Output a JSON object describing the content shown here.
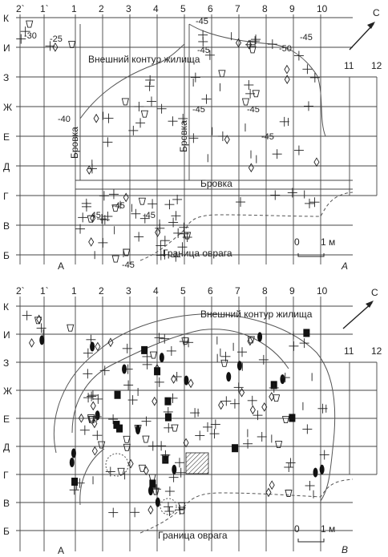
{
  "col_labels": [
    "2`",
    "1`",
    "1",
    "2",
    "3",
    "4",
    "5",
    "6",
    "7",
    "8",
    "9",
    "10"
  ],
  "extra_col_labels": [
    "11",
    "12"
  ],
  "row_labels": [
    "К",
    "И",
    "З",
    "Ж",
    "Е",
    "Д",
    "Г",
    "В",
    "Б"
  ],
  "panel_a": {
    "contour_label": "Внешний контур жилища",
    "edge_label": "Бровка",
    "ravine_label": "Граница оврага",
    "corner_label": "А",
    "scale_zero": "0",
    "scale_one": "1 м",
    "panel_letter": "А",
    "depths": [
      "-30",
      "-25",
      "-45",
      "-45",
      "-50",
      "-45",
      "-40",
      "-45",
      "-45",
      "-45",
      "-45",
      "-45",
      "-45",
      "-45"
    ]
  },
  "panel_b": {
    "contour_label": "Внешний контур жилища",
    "ravine_label": "Граница оврага",
    "corner_label": "А",
    "scale_zero": "0",
    "scale_one": "1 м",
    "panel_letter": "В"
  },
  "north_label": "С",
  "north_label_2": "С"
}
